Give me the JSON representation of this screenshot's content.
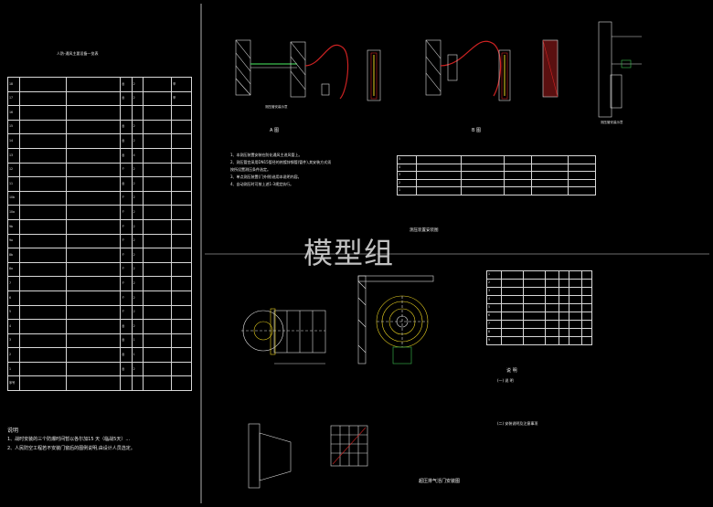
{
  "watermark": "模型组",
  "left_table": {
    "title": "人防-通风主要设备一览表",
    "rows": [
      [
        "18",
        "",
        "",
        "台",
        "2",
        "",
        "甲"
      ],
      [
        "17",
        "",
        "",
        "台",
        "2",
        "",
        "甲"
      ],
      [
        "16",
        "",
        "",
        "",
        "",
        "",
        ""
      ],
      [
        "15",
        "",
        "",
        "台",
        "2",
        "",
        ""
      ],
      [
        "14",
        "",
        "",
        "台",
        "2",
        "",
        ""
      ],
      [
        "13",
        "",
        "",
        "台",
        "4",
        "",
        ""
      ],
      [
        "12",
        "",
        "",
        "个",
        "2",
        "",
        ""
      ],
      [
        "11",
        "",
        "",
        "台",
        "2",
        "",
        ""
      ],
      [
        "10b",
        "",
        "",
        "个",
        "2",
        "",
        ""
      ],
      [
        "10a",
        "",
        "",
        "个",
        "2",
        "",
        ""
      ],
      [
        "9b",
        "",
        "",
        "个",
        "2",
        "",
        ""
      ],
      [
        "9a",
        "",
        "",
        "个",
        "2",
        "",
        ""
      ],
      [
        "8b",
        "",
        "",
        "个",
        "2",
        "",
        ""
      ],
      [
        "8a",
        "",
        "",
        "个",
        "2",
        "",
        ""
      ],
      [
        "7",
        "",
        "",
        "个",
        "2",
        "",
        ""
      ],
      [
        "6",
        "",
        "",
        "个",
        "2",
        "",
        ""
      ],
      [
        "5",
        "",
        "",
        "个",
        "2",
        "",
        ""
      ],
      [
        "4",
        "",
        "",
        "台",
        "2",
        "",
        ""
      ],
      [
        "3",
        "",
        "",
        "台",
        "1",
        "",
        ""
      ],
      [
        "2",
        "",
        "",
        "台",
        "1",
        "",
        ""
      ],
      [
        "1",
        "",
        "",
        "台",
        "2",
        "",
        ""
      ],
      [
        "序号",
        "",
        "",
        "",
        "",
        "",
        ""
      ]
    ],
    "notes_title": "说明",
    "notes": [
      "1、战时安装的三个防爆时间暂以各尔加15 天（临战5天）...",
      "2、人民防空工程若不安装门窗后的图例说明,由设计人员选定。"
    ]
  },
  "views": {
    "a_label": "A 图",
    "b_label": "B 图",
    "panel_captions": [
      "测压管安装示意",
      "",
      "",
      "测压管安装示意"
    ],
    "a_notes": [
      "1、本测压装置安装在防化通风主进风管上。",
      "2、测压管宜采用DN15管径的热镀锌钢管(管件),其安装方式须",
      "   按所设置测压条件选定。",
      "3、单点测压装置(门外侧)选用本说明内容。",
      "4、自动测压时可按上述1-3规定执行。"
    ],
    "mid_table_title": "测压装置安装图",
    "mid_table": [
      [
        "5",
        "",
        "",
        "",
        "",
        ""
      ],
      [
        "4",
        "",
        "",
        "",
        "",
        ""
      ],
      [
        "3",
        "",
        "",
        "",
        "",
        ""
      ],
      [
        "2",
        "",
        "",
        "",
        "",
        ""
      ],
      [
        "1",
        "",
        "",
        "",
        "",
        ""
      ]
    ]
  },
  "lower": {
    "detail_captions": [
      "",
      ""
    ],
    "right_table": [
      [
        "1",
        "",
        "",
        "",
        "",
        "",
        ""
      ],
      [
        "2",
        "",
        "",
        "",
        "",
        "",
        ""
      ],
      [
        "3",
        "",
        "",
        "",
        "",
        "",
        ""
      ],
      [
        "4",
        "",
        "",
        "",
        "",
        "",
        ""
      ],
      [
        "5",
        "",
        "",
        "",
        "",
        "",
        ""
      ],
      [
        "6",
        "",
        "",
        "",
        "",
        "",
        ""
      ],
      [
        "7",
        "",
        "",
        "",
        "",
        "",
        ""
      ],
      [
        "8",
        "",
        "",
        "",
        "",
        "",
        ""
      ],
      [
        "9",
        "",
        "",
        "",
        "",
        "",
        ""
      ]
    ],
    "notes_title": "说 明",
    "notes_sub1": "(一) 说 明",
    "notes_sub2": "(二) 安装说明及注意事项",
    "bottom_title": "超压排气活门安装图"
  },
  "colors": {
    "background": "#000000",
    "line": "#dcdcdc",
    "pipe": "#cc2222",
    "accent_yellow": "#e8d020",
    "accent_green": "#3cc050"
  }
}
